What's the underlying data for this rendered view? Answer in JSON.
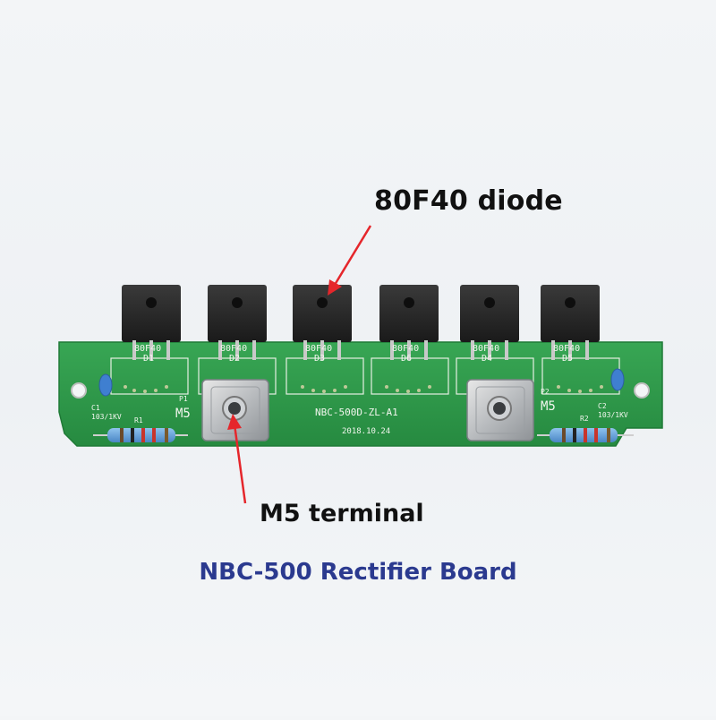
{
  "annotations": {
    "diode_label": "80F40 diode",
    "terminal_label": "M5 terminal",
    "caption": "NBC-500 Rectifier Board"
  },
  "board": {
    "model": "NBC-500D-ZL-A1",
    "date": "2018.10.24",
    "diodes": [
      {
        "ref": "D1",
        "part": "80F40"
      },
      {
        "ref": "D2",
        "part": "80F40"
      },
      {
        "ref": "D3",
        "part": "80F40"
      },
      {
        "ref": "D6",
        "part": "80F40"
      },
      {
        "ref": "D4",
        "part": "80F40"
      },
      {
        "ref": "D5",
        "part": "80F40"
      }
    ],
    "terminal_marks": {
      "left": "M5",
      "right": "M5"
    },
    "connector_refs": {
      "left": "P1",
      "right": "P2"
    },
    "capacitors": [
      {
        "ref": "C1",
        "value": "103/1KV"
      },
      {
        "ref": "C2",
        "value": "103/1KV"
      }
    ],
    "resistors": [
      {
        "ref": "R1"
      },
      {
        "ref": "R2"
      }
    ]
  },
  "colors": {
    "pcb": "#2f9a4a",
    "silkscreen": "#f2f6ee",
    "arrow": "#e5262b",
    "caption": "#2b3a8f"
  }
}
